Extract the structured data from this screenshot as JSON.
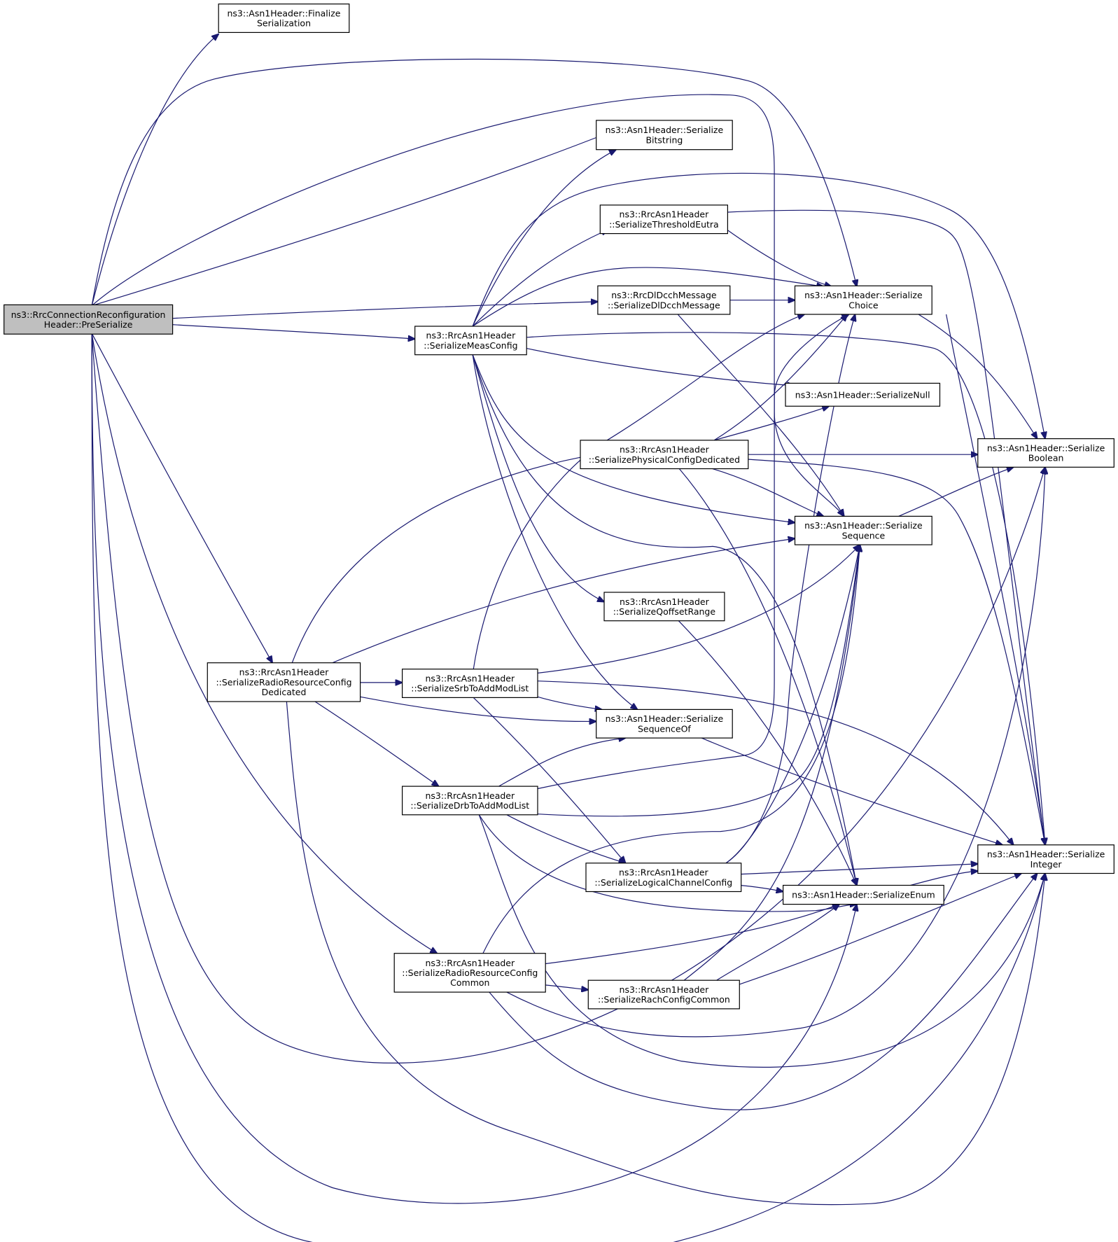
{
  "colors": {
    "edge": "#191970",
    "root_fill": "#bfbfbf",
    "node_fill": "#ffffff",
    "border": "#000000"
  },
  "nodes": [
    {
      "id": "root",
      "lines": [
        "ns3::RrcConnectionReconfiguration",
        "Header::PreSerialize"
      ],
      "highlighted": true
    },
    {
      "id": "finalize",
      "lines": [
        "ns3::Asn1Header::Finalize",
        "Serialization"
      ]
    },
    {
      "id": "bitstring",
      "lines": [
        "ns3::Asn1Header::Serialize",
        "Bitstring"
      ]
    },
    {
      "id": "threshold",
      "lines": [
        "ns3::RrcAsn1Header",
        "::SerializeThresholdEutra"
      ]
    },
    {
      "id": "dldcch",
      "lines": [
        "ns3::RrcDlDcchMessage",
        "::SerializeDlDcchMessage"
      ]
    },
    {
      "id": "choice",
      "lines": [
        "ns3::Asn1Header::Serialize",
        "Choice"
      ]
    },
    {
      "id": "measconfig",
      "lines": [
        "ns3::RrcAsn1Header",
        "::SerializeMeasConfig"
      ]
    },
    {
      "id": "null",
      "lines": [
        "ns3::Asn1Header::SerializeNull"
      ]
    },
    {
      "id": "physical",
      "lines": [
        "ns3::RrcAsn1Header",
        "::SerializePhysicalConfigDedicated"
      ]
    },
    {
      "id": "boolean",
      "lines": [
        "ns3::Asn1Header::Serialize",
        "Boolean"
      ]
    },
    {
      "id": "sequence",
      "lines": [
        "ns3::Asn1Header::Serialize",
        "Sequence"
      ]
    },
    {
      "id": "qoffset",
      "lines": [
        "ns3::RrcAsn1Header",
        "::SerializeQoffsetRange"
      ]
    },
    {
      "id": "rrdedicated",
      "lines": [
        "ns3::RrcAsn1Header",
        "::SerializeRadioResourceConfig",
        "Dedicated"
      ]
    },
    {
      "id": "srb",
      "lines": [
        "ns3::RrcAsn1Header",
        "::SerializeSrbToAddModList"
      ]
    },
    {
      "id": "sequenceof",
      "lines": [
        "ns3::Asn1Header::Serialize",
        "SequenceOf"
      ]
    },
    {
      "id": "drb",
      "lines": [
        "ns3::RrcAsn1Header",
        "::SerializeDrbToAddModList"
      ]
    },
    {
      "id": "integer",
      "lines": [
        "ns3::Asn1Header::Serialize",
        "Integer"
      ]
    },
    {
      "id": "logical",
      "lines": [
        "ns3::RrcAsn1Header",
        "::SerializeLogicalChannelConfig"
      ]
    },
    {
      "id": "enum",
      "lines": [
        "ns3::Asn1Header::SerializeEnum"
      ]
    },
    {
      "id": "rrcommon",
      "lines": [
        "ns3::RrcAsn1Header",
        "::SerializeRadioResourceConfig",
        "Common"
      ]
    },
    {
      "id": "rach",
      "lines": [
        "ns3::RrcAsn1Header",
        "::SerializeRachConfigCommon"
      ]
    }
  ],
  "edges": [
    [
      "root",
      "finalize"
    ],
    [
      "root",
      "choice"
    ],
    [
      "root",
      "sequence"
    ],
    [
      "root",
      "bitstring"
    ],
    [
      "root",
      "dldcch"
    ],
    [
      "root",
      "measconfig"
    ],
    [
      "root",
      "rrdedicated"
    ],
    [
      "root",
      "rrcommon"
    ],
    [
      "root",
      "boolean"
    ],
    [
      "root",
      "enum"
    ],
    [
      "root",
      "integer"
    ],
    [
      "dldcch",
      "choice"
    ],
    [
      "dldcch",
      "sequence"
    ],
    [
      "measconfig",
      "bitstring"
    ],
    [
      "measconfig",
      "threshold"
    ],
    [
      "measconfig",
      "choice"
    ],
    [
      "measconfig",
      "boolean"
    ],
    [
      "measconfig",
      "null"
    ],
    [
      "measconfig",
      "integer"
    ],
    [
      "measconfig",
      "sequence"
    ],
    [
      "measconfig",
      "qoffset"
    ],
    [
      "measconfig",
      "sequenceof"
    ],
    [
      "measconfig",
      "enum"
    ],
    [
      "threshold",
      "choice"
    ],
    [
      "threshold",
      "integer"
    ],
    [
      "choice",
      "boolean"
    ],
    [
      "choice",
      "integer"
    ],
    [
      "physical",
      "choice"
    ],
    [
      "physical",
      "null"
    ],
    [
      "physical",
      "boolean"
    ],
    [
      "physical",
      "sequence"
    ],
    [
      "physical",
      "enum"
    ],
    [
      "physical",
      "integer"
    ],
    [
      "sequence",
      "boolean"
    ],
    [
      "qoffset",
      "enum"
    ],
    [
      "rrdedicated",
      "physical"
    ],
    [
      "rrdedicated",
      "sequence"
    ],
    [
      "rrdedicated",
      "srb"
    ],
    [
      "rrdedicated",
      "sequenceof"
    ],
    [
      "rrdedicated",
      "drb"
    ],
    [
      "rrdedicated",
      "integer"
    ],
    [
      "srb",
      "choice"
    ],
    [
      "srb",
      "sequence"
    ],
    [
      "srb",
      "sequenceof"
    ],
    [
      "srb",
      "integer"
    ],
    [
      "srb",
      "logical"
    ],
    [
      "sequenceof",
      "integer"
    ],
    [
      "drb",
      "sequenceof"
    ],
    [
      "drb",
      "choice"
    ],
    [
      "drb",
      "sequence"
    ],
    [
      "drb",
      "logical"
    ],
    [
      "drb",
      "enum"
    ],
    [
      "drb",
      "integer"
    ],
    [
      "logical",
      "choice"
    ],
    [
      "logical",
      "sequence"
    ],
    [
      "logical",
      "enum"
    ],
    [
      "logical",
      "integer"
    ],
    [
      "enum",
      "integer"
    ],
    [
      "rrcommon",
      "sequence"
    ],
    [
      "rrcommon",
      "enum"
    ],
    [
      "rrcommon",
      "rach"
    ],
    [
      "rrcommon",
      "boolean"
    ],
    [
      "rrcommon",
      "integer"
    ],
    [
      "rach",
      "sequence"
    ],
    [
      "rach",
      "enum"
    ],
    [
      "rach",
      "integer"
    ]
  ]
}
